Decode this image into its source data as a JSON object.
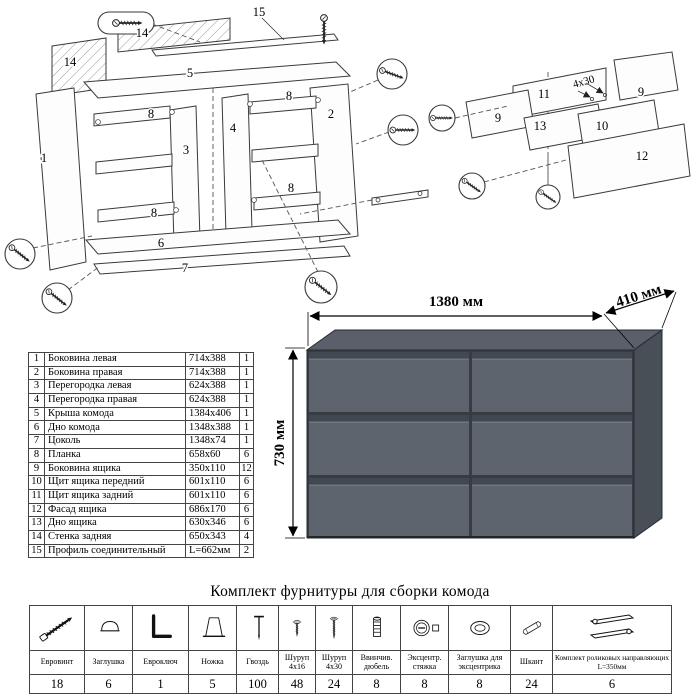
{
  "diagram_main": {
    "labels": {
      "l15": "15",
      "l14a": "14",
      "l14b": "14",
      "l5": "5",
      "l1": "1",
      "l2": "2",
      "l3": "3",
      "l4": "4",
      "l8a": "8",
      "l8b": "8",
      "l8c": "8",
      "l8d": "8",
      "l6": "6",
      "l7": "7"
    }
  },
  "diagram_drawer": {
    "labels": {
      "l11": "11",
      "l9a": "9",
      "l9b": "9",
      "l13": "13",
      "l10": "10",
      "l12": "12"
    },
    "screw_note": "4x30"
  },
  "product": {
    "width": "1380 мм",
    "depth": "410 мм",
    "height": "730 мм"
  },
  "parts_table": {
    "rows": [
      {
        "num": "1",
        "name": "Боковина левая",
        "size": "714x388",
        "qty": "1"
      },
      {
        "num": "2",
        "name": "Боковина правая",
        "size": "714x388",
        "qty": "1"
      },
      {
        "num": "3",
        "name": "Перегородка левая",
        "size": "624x388",
        "qty": "1"
      },
      {
        "num": "4",
        "name": "Перегородка правая",
        "size": "624x388",
        "qty": "1"
      },
      {
        "num": "5",
        "name": "Крыша комода",
        "size": "1384x406",
        "qty": "1"
      },
      {
        "num": "6",
        "name": "Дно комода",
        "size": "1348x388",
        "qty": "1"
      },
      {
        "num": "7",
        "name": "Цоколь",
        "size": "1348x74",
        "qty": "1"
      },
      {
        "num": "8",
        "name": "Планка",
        "size": "658x60",
        "qty": "6"
      },
      {
        "num": "9",
        "name": "Боковина ящика",
        "size": "350x110",
        "qty": "12"
      },
      {
        "num": "10",
        "name": "Щит ящика передний",
        "size": "601x110",
        "qty": "6"
      },
      {
        "num": "11",
        "name": "Щит ящика задний",
        "size": "601x110",
        "qty": "6"
      },
      {
        "num": "12",
        "name": "Фасад ящика",
        "size": "686x170",
        "qty": "6"
      },
      {
        "num": "13",
        "name": "Дно ящика",
        "size": "630x346",
        "qty": "6"
      },
      {
        "num": "14",
        "name": "Стенка задняя",
        "size": "650x343",
        "qty": "4"
      },
      {
        "num": "15",
        "name": "Профиль соединительный",
        "size": "L=662мм",
        "qty": "2"
      }
    ]
  },
  "hardware": {
    "title": "Комплект фурнитуры для сборки комода",
    "items": [
      {
        "name": "Евровинт",
        "qty": "18",
        "icon": "confirmat-screw"
      },
      {
        "name": "Заглушка",
        "qty": "6",
        "icon": "cap-plug"
      },
      {
        "name": "Евроключ",
        "qty": "1",
        "icon": "hex-key"
      },
      {
        "name": "Ножка",
        "qty": "5",
        "icon": "furniture-foot"
      },
      {
        "name": "Гвоздь",
        "qty": "100",
        "icon": "nail"
      },
      {
        "name": "Шуруп 4x16",
        "qty": "48",
        "icon": "screw-4x16"
      },
      {
        "name": "Шуруп 4x30",
        "qty": "24",
        "icon": "screw-4x30"
      },
      {
        "name": "Ввинчив. дюбель",
        "qty": "8",
        "icon": "screw-in-dowel"
      },
      {
        "name": "Эксцентр. стяжка",
        "qty": "8",
        "icon": "cam-lock"
      },
      {
        "name": "Заглушка для эксцентрика",
        "qty": "8",
        "icon": "cam-cover"
      },
      {
        "name": "Шкант",
        "qty": "24",
        "icon": "wood-dowel"
      },
      {
        "name": "Комплект роликовых направляющих L=350мм",
        "qty": "6",
        "icon": "drawer-slides"
      }
    ]
  }
}
